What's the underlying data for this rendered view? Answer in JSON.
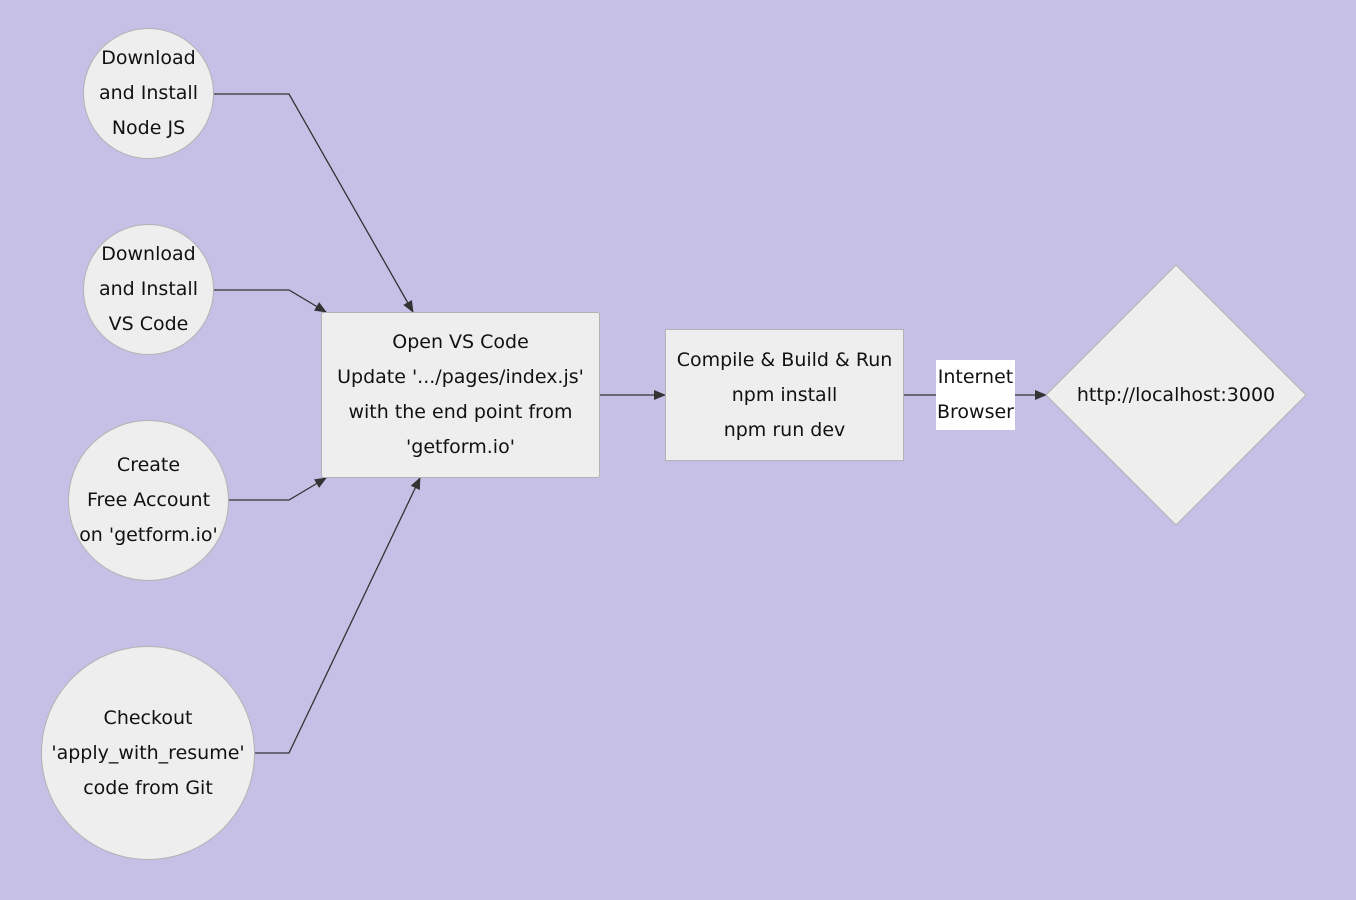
{
  "colors": {
    "background": "#c6bfe6",
    "node_fill": "#eeeeee",
    "node_border": "#b3b3b3",
    "edge": "#333333",
    "edge_label_bg": "#ffffff"
  },
  "nodes": {
    "node_js": {
      "lines": [
        "Download",
        "and Install",
        "Node JS"
      ]
    },
    "vs_code": {
      "lines": [
        "Download",
        "and Install",
        "VS Code"
      ]
    },
    "getform_account": {
      "lines": [
        "Create",
        "Free Account",
        "on 'getform.io'"
      ]
    },
    "checkout": {
      "lines": [
        "Checkout",
        "'apply_with_resume'",
        "code from Git"
      ]
    },
    "open_vscode": {
      "lines": [
        "Open VS Code",
        "Update '.../pages/index.js'",
        "with the end point from",
        "'getform.io'"
      ]
    },
    "compile": {
      "lines": [
        "Compile & Build & Run",
        "npm install",
        "npm run dev"
      ]
    },
    "localhost": {
      "text": "http://localhost:3000"
    }
  },
  "edge_labels": {
    "browser_edge": {
      "lines": [
        "Internet",
        "Browser"
      ]
    }
  }
}
